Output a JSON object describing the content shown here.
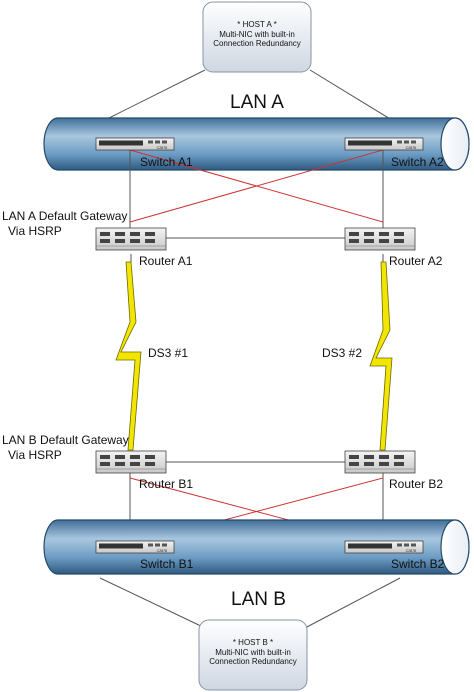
{
  "host_a": {
    "line1": "* HOST A *",
    "line2": "Multi-NIC with built-in",
    "line3": "Connection Redundancy"
  },
  "host_b": {
    "line1": "* HOST B *",
    "line2": "Multi-NIC with built-in",
    "line3": "Connection Redundancy"
  },
  "lan_a": {
    "label": "LAN A"
  },
  "lan_b": {
    "label": "LAN B"
  },
  "switches": {
    "a1": {
      "label": "Switch A1",
      "model": "C2878"
    },
    "a2": {
      "label": "Switch A2",
      "model": "C2878"
    },
    "b1": {
      "label": "Switch B1",
      "model": "C2878"
    },
    "b2": {
      "label": "Switch B2",
      "model": "C2878"
    }
  },
  "routers": {
    "a1": {
      "label": "Router A1"
    },
    "a2": {
      "label": "Router A2"
    },
    "b1": {
      "label": "Router B1"
    },
    "b2": {
      "label": "Router B2"
    }
  },
  "gateway_a": {
    "line1": "LAN A Default Gateway",
    "line2": "Via HSRP"
  },
  "gateway_b": {
    "line1": "LAN B Default Gateway",
    "line2": "Via HSRP"
  },
  "links": {
    "ds3_1": "DS3 #1",
    "ds3_2": "DS3 #2"
  },
  "colors": {
    "pipe_fill": "#5b8db8",
    "pipe_light": "#a9c6df",
    "cross_link": "#cc3333",
    "wan_bolt": "#f2e600",
    "line": "#555555",
    "host_box": "#dde3ec"
  }
}
